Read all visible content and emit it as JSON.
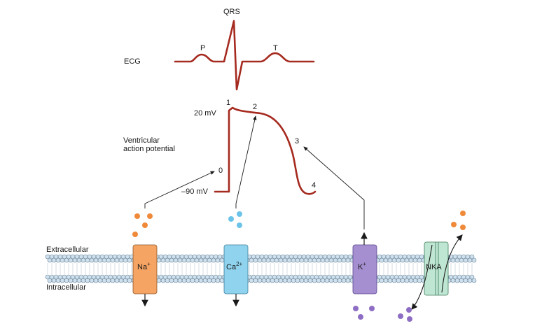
{
  "ecg": {
    "label": "ECG",
    "waves": {
      "p": "P",
      "qrs": "QRS",
      "t": "T"
    }
  },
  "action_potential": {
    "label_line1": "Ventricular",
    "label_line2": "action potential",
    "top_voltage": "20 mV",
    "bottom_voltage": "–90 mV",
    "phases": [
      "0",
      "1",
      "2",
      "3",
      "4"
    ]
  },
  "membrane": {
    "extracellular_label": "Extracellular",
    "intracellular_label": "Intracellular"
  },
  "channels": {
    "sodium": {
      "ion": "Na",
      "charge": "+"
    },
    "calcium": {
      "ion": "Ca",
      "charge": "2+"
    },
    "potassium": {
      "ion": "K",
      "charge": "+"
    },
    "pump": {
      "name": "NKA"
    }
  },
  "colors": {
    "trace": "#a52a1f",
    "sodium": "#f6a463",
    "calcium": "#8fd3ee",
    "potassium": "#a58fd0",
    "pump": "#bfe6d2",
    "lipid_head": "#cfe1ee",
    "sodium_ion": "#ef8a3a",
    "calcium_ion": "#6cc3e8",
    "potassium_ion": "#8e6ec4"
  }
}
